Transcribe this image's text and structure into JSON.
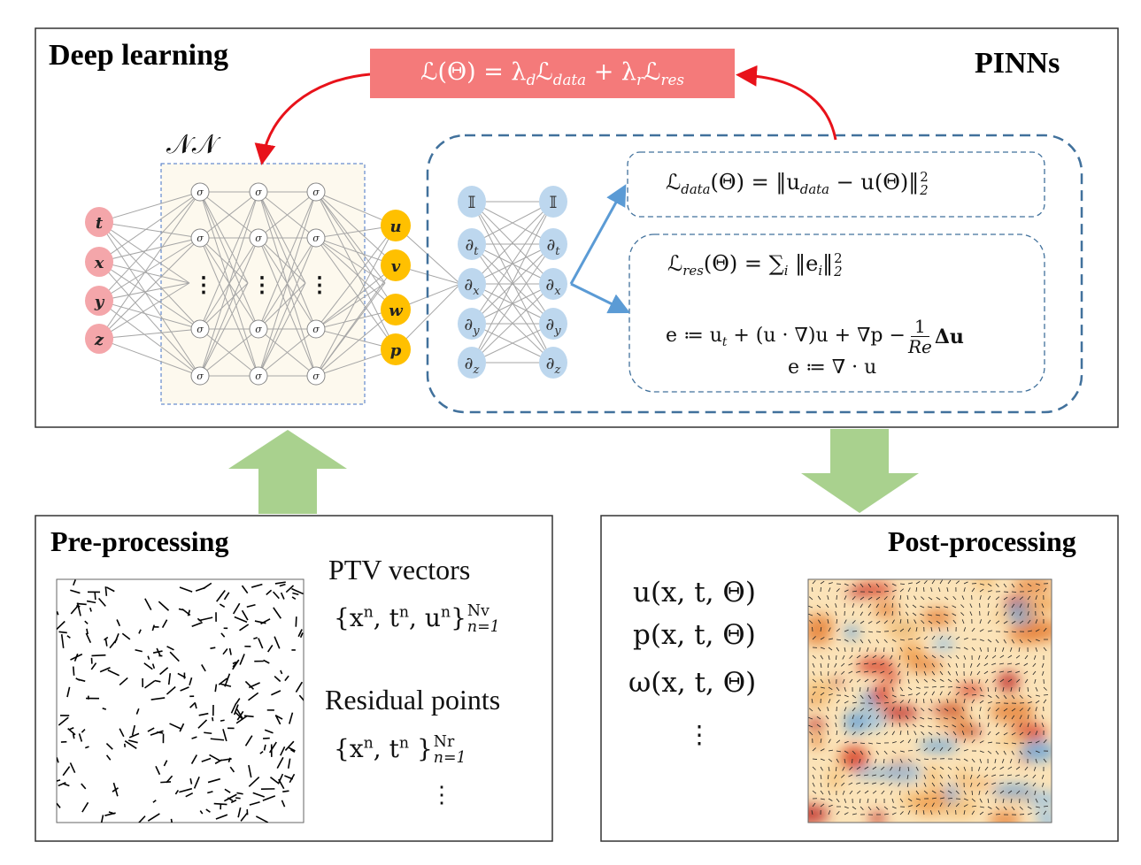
{
  "colors": {
    "input": "#f4a6aa",
    "hidden": "#ffffff",
    "output": "#ffc000",
    "deriv": "#bdd7ee",
    "red": "#f47a7a",
    "arrow_red": "#e8121a",
    "arrow_blue": "#5b9bd5",
    "green": "#a9d18e",
    "dash": "#41719c",
    "nnbox": "#fdf9ee"
  },
  "top": {
    "title": "Deep learning",
    "pinns": "PINNs",
    "nn_label": "𝒩𝒩",
    "loss": [
      [
        "ℒ(Θ) = λ",
        "d",
        ""
      ],
      [
        "ℒ",
        "data",
        ""
      ],
      [
        " + λ",
        "r",
        ""
      ],
      [
        "ℒ",
        "res",
        ""
      ]
    ],
    "inputs": [
      "t",
      "x",
      "y",
      "z"
    ],
    "hidden": "σ",
    "hidden_dots": "⋮",
    "outputs": [
      "u",
      "v",
      "w",
      "p"
    ],
    "derivs": [
      [
        "𝕀",
        ""
      ],
      [
        "∂",
        "t"
      ],
      [
        "∂",
        "x"
      ],
      [
        "∂",
        "y"
      ],
      [
        "∂",
        "z"
      ]
    ],
    "data_loss": [
      [
        "ℒ",
        "data",
        ""
      ],
      [
        "(Θ) = ‖",
        "",
        ""
      ],
      [
        "u",
        "data",
        ""
      ],
      [
        " − u(Θ)‖",
        "2",
        "2"
      ]
    ],
    "res_loss": [
      [
        "ℒ",
        "res",
        ""
      ],
      [
        "(Θ) = ",
        "",
        ""
      ],
      [
        "∑",
        "i",
        ""
      ],
      [
        " ‖e",
        "i",
        ""
      ],
      [
        "‖",
        "2",
        "2"
      ]
    ],
    "ns_eq": [
      [
        "e ≔ u",
        "t",
        ""
      ],
      [
        " + (u · ∇)u + ∇p − ",
        "",
        ""
      ]
    ],
    "ns_frac": {
      "num": "1",
      "den": "Re",
      "tail": "Δu"
    },
    "div_eq": "e ≔ ∇ · u"
  },
  "pre": {
    "title": "Pre-processing",
    "ptv_label": "PTV vectors",
    "ptv_set": [
      [
        "{x",
        "",
        "n"
      ],
      [
        ", t",
        "",
        "n"
      ],
      [
        ", u",
        "",
        "n"
      ],
      [
        "}",
        "n=1",
        "Nv"
      ]
    ],
    "res_label": "Residual points",
    "res_set": [
      [
        "{x",
        "",
        "n"
      ],
      [
        ", t",
        "",
        "n"
      ],
      [
        " }",
        "n=1",
        "Nr"
      ]
    ],
    "dots": "⋮"
  },
  "post": {
    "title": "Post-processing",
    "outputs": [
      "u(x, t, Θ)",
      "p(x, t, Θ)",
      "ω(x, t, Θ)"
    ],
    "dots": "⋮"
  }
}
